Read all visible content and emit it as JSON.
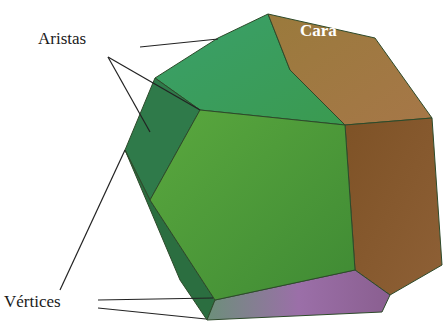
{
  "diagram": {
    "labels": [
      "Aristas",
      "Cara",
      "Vértices"
    ]
  }
}
